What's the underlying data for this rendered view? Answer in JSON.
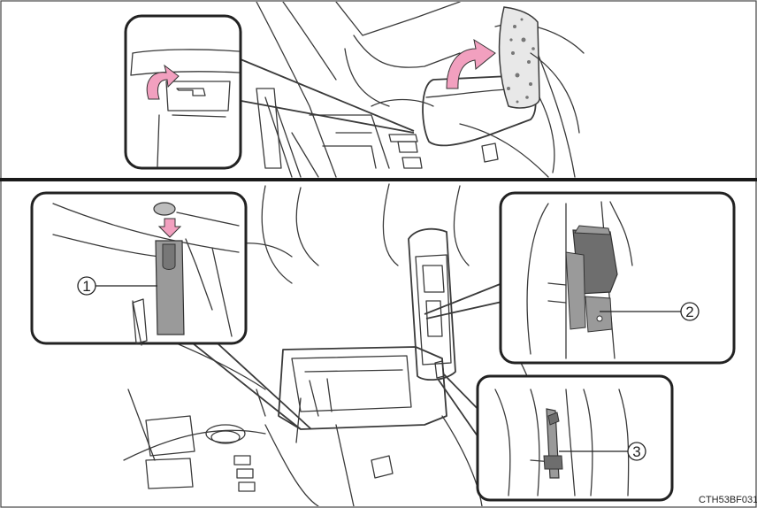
{
  "callouts": [
    {
      "label": "1"
    },
    {
      "label": "2"
    },
    {
      "label": "3"
    }
  ],
  "figure_code": "CTH53BF031",
  "colors": {
    "arrow_pink": "#f2a0bf",
    "part_gray": "#999999",
    "part_dark": "#6e6e6e",
    "line": "#3a3a3a",
    "frame": "#222222"
  }
}
